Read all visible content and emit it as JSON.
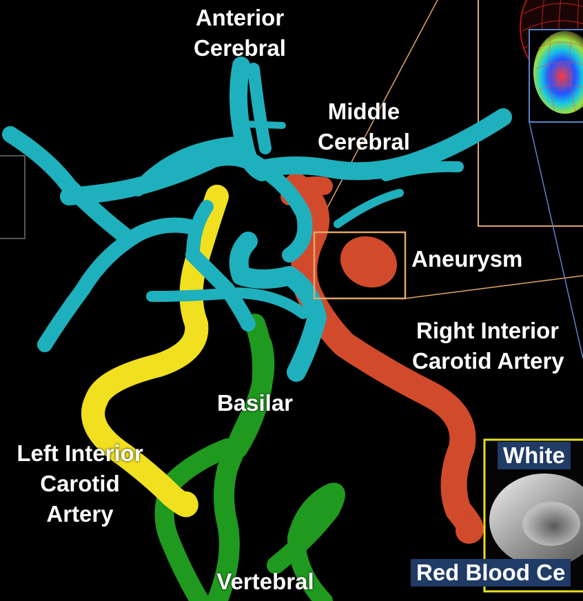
{
  "labels": {
    "anterior_cerebral": [
      "Anterior",
      "Cerebral"
    ],
    "middle_cerebral": [
      "Middle",
      "Cerebral"
    ],
    "aneurysm": "Aneurysm",
    "right_interior_carotid": [
      "Right Interior",
      "Carotid Artery"
    ],
    "basilar": "Basilar",
    "left_interior_carotid": [
      "Left Interior",
      "Carotid",
      "Artery"
    ],
    "vertebral": "Vertebral"
  },
  "insets": {
    "white_cell_label": "White",
    "red_cell_label": "Red Blood Ce"
  },
  "colors": {
    "background": "#000000",
    "cerebral_vessels": "#1fb0bd",
    "left_carotid": "#f0e020",
    "right_carotid": "#d24a2c",
    "basilar_vertebral": "#1f9a1f",
    "aneurysm_box": "#e3a86a",
    "inset_blue_box": "#5a86c8",
    "cell_inset_border": "#e8e020",
    "label_tag_bg": "#1f3b66"
  }
}
